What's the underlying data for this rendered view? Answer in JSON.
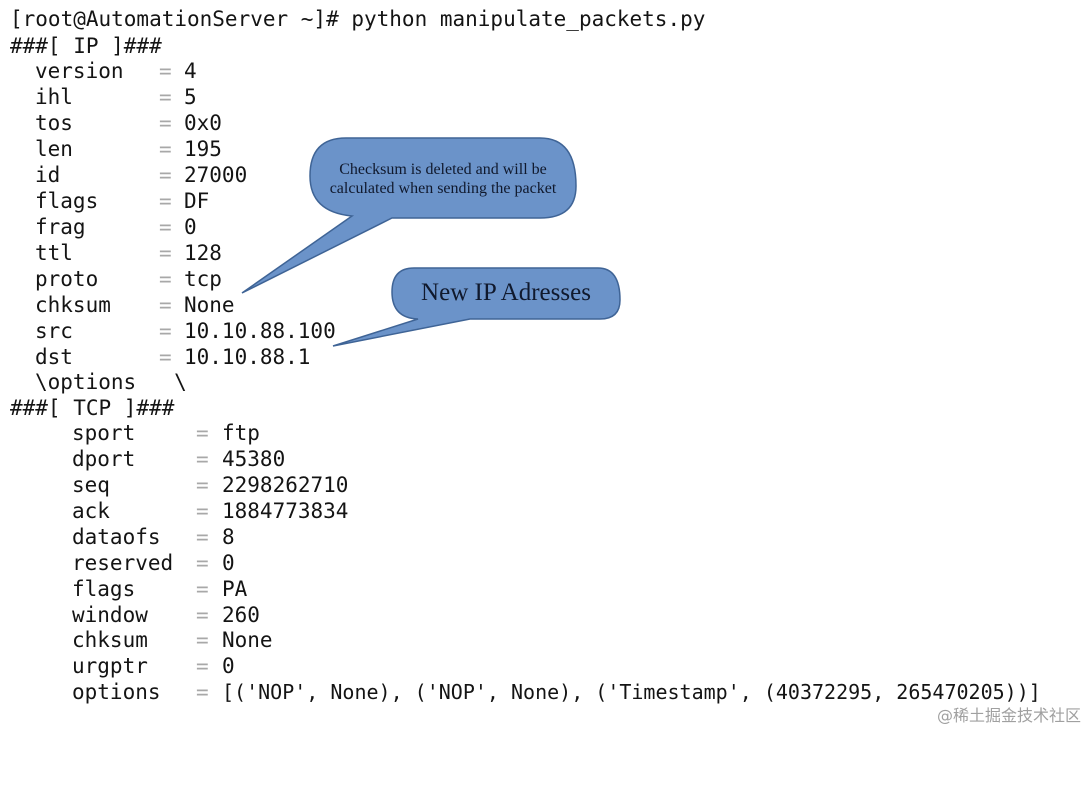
{
  "terminal": {
    "prompt": "[root@AutomationServer ~]# python manipulate_packets.py",
    "ip_header": "###[ IP ]###",
    "ip_fields": [
      {
        "key": "version",
        "eq": "=",
        "value": "4"
      },
      {
        "key": "ihl",
        "eq": "=",
        "value": "5"
      },
      {
        "key": "tos",
        "eq": "=",
        "value": "0x0"
      },
      {
        "key": "len",
        "eq": "=",
        "value": "195"
      },
      {
        "key": "id",
        "eq": "=",
        "value": "27000"
      },
      {
        "key": "flags",
        "eq": "=",
        "value": "DF"
      },
      {
        "key": "frag",
        "eq": "=",
        "value": "0"
      },
      {
        "key": "ttl",
        "eq": "=",
        "value": "128"
      },
      {
        "key": "proto",
        "eq": "=",
        "value": "tcp"
      },
      {
        "key": "chksum",
        "eq": "=",
        "value": "None"
      },
      {
        "key": "src",
        "eq": "=",
        "value": "10.10.88.100"
      },
      {
        "key": "dst",
        "eq": "=",
        "value": "10.10.88.1"
      }
    ],
    "ip_options": "\\options   \\",
    "tcp_header": "###[ TCP ]###",
    "tcp_fields": [
      {
        "key": "sport",
        "eq": "=",
        "value": "ftp"
      },
      {
        "key": "dport",
        "eq": "=",
        "value": "45380"
      },
      {
        "key": "seq",
        "eq": "=",
        "value": "2298262710"
      },
      {
        "key": "ack",
        "eq": "=",
        "value": "1884773834"
      },
      {
        "key": "dataofs",
        "eq": "=",
        "value": "8"
      },
      {
        "key": "reserved",
        "eq": "=",
        "value": "0"
      },
      {
        "key": "flags",
        "eq": "=",
        "value": "PA"
      },
      {
        "key": "window",
        "eq": "=",
        "value": "260"
      },
      {
        "key": "chksum",
        "eq": "=",
        "value": "None"
      },
      {
        "key": "urgptr",
        "eq": "=",
        "value": "0"
      },
      {
        "key": "options",
        "eq": "=",
        "value": "[('NOP', None), ('NOP', None), ('Timestamp', (40372295, 265470205))]"
      }
    ]
  },
  "callouts": {
    "checksum_line1": "Checksum is deleted and will be",
    "checksum_line2": "calculated when sending the packet",
    "new_ip": "New IP Adresses"
  },
  "colors": {
    "callout_fill": "#6b93c9",
    "callout_stroke": "#3f6496",
    "terminal_text": "#141414",
    "equals_sign": "#a8a8a8"
  },
  "watermark": "@稀土掘金技术社区"
}
